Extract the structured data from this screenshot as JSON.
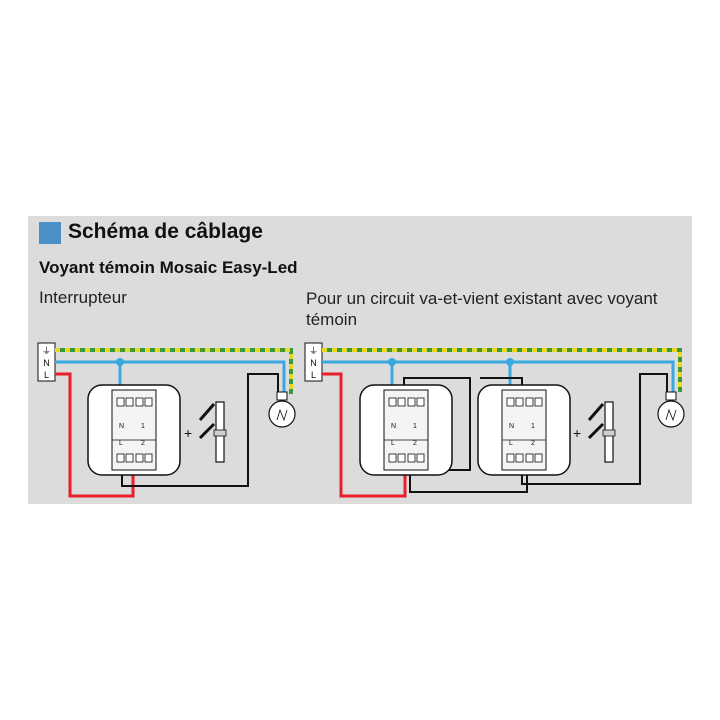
{
  "header": {
    "title": "Schéma de câblage",
    "subtitle": "Voyant témoin Mosaic Easy-Led",
    "accent_color": "#4a90c8"
  },
  "sections": {
    "left_label": "Interrupteur",
    "right_label": "Pour un circuit va-et-vient existant avec voyant témoin"
  },
  "terminal_block": {
    "earth_symbol": "⏚",
    "neutral": "N",
    "live": "L"
  },
  "switch_terminals": {
    "neutral": "N",
    "one": "1",
    "live": "L",
    "two": "2"
  },
  "plus_sign": "+",
  "wire_colors": {
    "live": "#e8202a",
    "neutral": "#3aa8e0",
    "earth_green": "#3c9a3c",
    "earth_yellow": "#e8d820",
    "return": "#111111"
  },
  "icons": {
    "earth": "earth-icon",
    "lamp": "light-bulb-icon",
    "indicator": "indicator-module-icon"
  }
}
